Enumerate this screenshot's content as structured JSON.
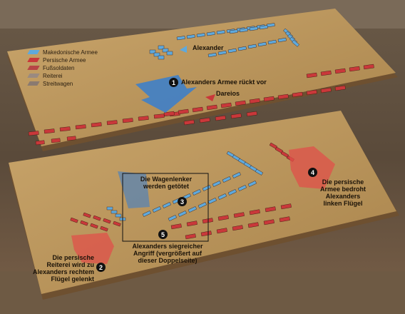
{
  "legend": [
    {
      "label": "Makedonische Armee",
      "color": "#5fa9dc"
    },
    {
      "label": "Persische Armee",
      "color": "#c9383a"
    },
    {
      "label": "Fußsoldaten",
      "color": "#b74545"
    },
    {
      "label": "Reiterei",
      "color": "#9a8a80"
    },
    {
      "label": "Streitwagen",
      "color": "#8a7a70"
    }
  ],
  "labels": {
    "alexander": "Alexander",
    "dareios": "Dareios",
    "step1": "Alexanders Armee rückt vor",
    "step2_lines": [
      "Die persische",
      "Reiterei wird zu",
      "Alexanders rechtem",
      "Flügel gelenkt"
    ],
    "step3_lines": [
      "Die Wagenlenker",
      "werden getötet"
    ],
    "step4_lines": [
      "Die persische",
      "Armee bedroht",
      "Alexanders",
      "linken Flügel"
    ],
    "step5_lines": [
      "Alexanders siegreicher",
      "Angriff (vergrößert auf",
      "dieser Doppelseite)"
    ]
  },
  "markers": [
    "1",
    "2",
    "3",
    "4",
    "5"
  ],
  "colors": {
    "board": "#b8935a",
    "board_edge": "#7a5a30",
    "macedonian": "#5fa9dc",
    "persian": "#c9383a",
    "persian_arrow": "#e0504a",
    "mac_arrow": "#3f7fc8"
  }
}
